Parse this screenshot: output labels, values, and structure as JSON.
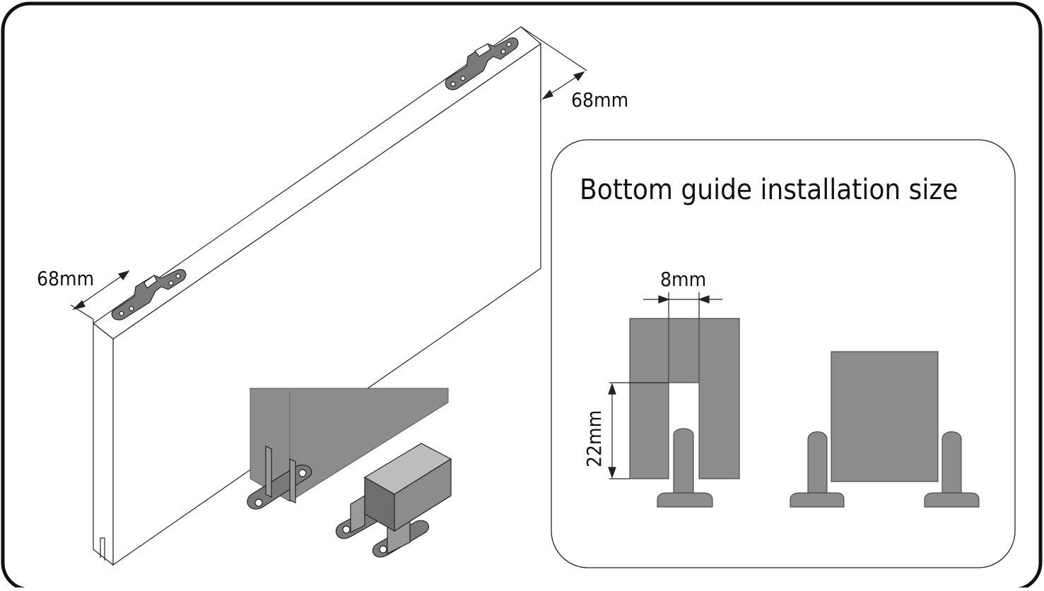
{
  "labels": {
    "top_right_dim": "68mm",
    "left_dim": "68mm",
    "panel_title": "Bottom guide installation size",
    "width_dim": "8mm",
    "height_dim": "22mm"
  },
  "colors": {
    "frame": "#111111",
    "part_fill": "#8c8c8c",
    "part_dark": "#6e6e6e",
    "bracket_fill": "#7a7a7a",
    "line": "#222222"
  }
}
